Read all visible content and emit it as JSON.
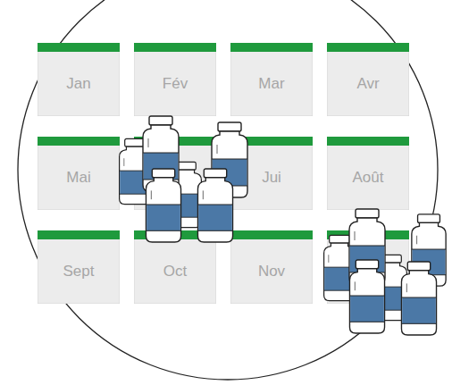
{
  "diagram": {
    "nodes": [
      {
        "text": [
          "Jan"
        ]
      },
      {
        "text": [
          "Fév"
        ]
      },
      {
        "text": [
          "Mar"
        ]
      },
      {
        "text": [
          "Avr"
        ]
      },
      {
        "text": [
          "Mai"
        ]
      },
      {
        "text": [
          "Jui"
        ]
      },
      {
        "text": [
          "Août"
        ]
      },
      {
        "text": [
          "Sept"
        ]
      },
      {
        "text": [
          "Oct"
        ]
      },
      {
        "text": [
          "Nov"
        ]
      }
    ]
  }
}
